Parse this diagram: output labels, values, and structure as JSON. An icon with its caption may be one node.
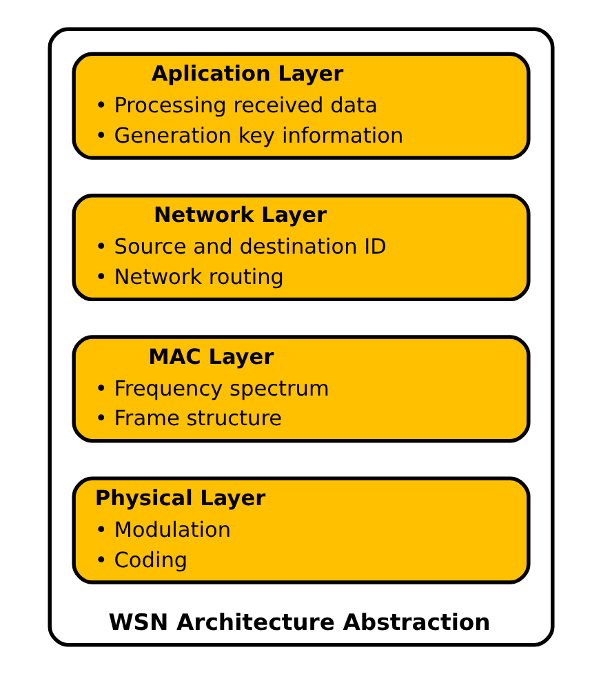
{
  "diagram": {
    "nodes": [
      {
        "text": [
          "WSN Architecture Abstraction"
        ]
      },
      {
        "text": [
          "Aplication Layer",
          "• Processing received data",
          "• Generation key information"
        ],
        "in": 0
      },
      {
        "text": [
          "Network Layer",
          "• Source and destination ID",
          "• Network routing"
        ],
        "in": 0
      },
      {
        "text": [
          "MAC Layer",
          "• Frequency spectrum",
          "• Frame structure"
        ],
        "in": 0
      },
      {
        "text": [
          "Physical Layer",
          "• Modulation",
          "• Coding"
        ],
        "in": 0
      }
    ]
  }
}
